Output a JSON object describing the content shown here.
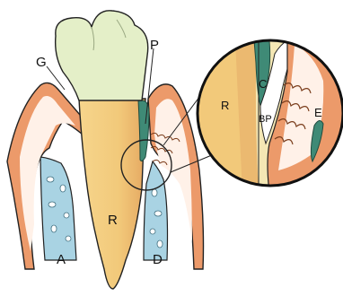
{
  "labels": {
    "G": "G",
    "P": "P",
    "R_main": "R",
    "A": "A",
    "D": "D",
    "R_inset": "R",
    "C": "C",
    "BP": "BP",
    "E": "E"
  },
  "colors": {
    "enamel": "#e4efc8",
    "root": "#f2c97a",
    "gum": "#ec9a6a",
    "gum_pale": "#fff1e8",
    "bone": "#a9d3e3",
    "calculus": "#3f8a76",
    "outline": "#222222"
  }
}
